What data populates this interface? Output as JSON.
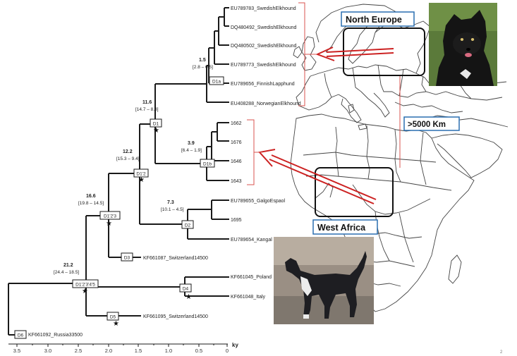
{
  "tree": {
    "axis_unit": "ky",
    "ticks": [
      "3.5",
      "3.0",
      "2.5",
      "2.0",
      "1.5",
      "1.0",
      "0.5",
      "0"
    ],
    "clades": [
      {
        "id": "D1a",
        "label": "D1a",
        "age": "1.5",
        "range": "[2.8 – 0.5]"
      },
      {
        "id": "D1",
        "label": "D1",
        "age": "11.6",
        "range": "[14.7 – 8.8]"
      },
      {
        "id": "D1b",
        "label": "D1b",
        "age": "3.9",
        "range": "[6.4 – 1.9]"
      },
      {
        "id": "D1_2",
        "label": "D1'2",
        "age": "12.2",
        "range": "[15.3 – 9.4]"
      },
      {
        "id": "D2",
        "label": "D2",
        "age": "7.3",
        "range": "[10.1 – 4.5]"
      },
      {
        "id": "D1_2_3",
        "label": "D1'2'3",
        "age": "16.6",
        "range": "[19.8 – 14.5]"
      },
      {
        "id": "D3",
        "label": "D3",
        "age": "",
        "range": ""
      },
      {
        "id": "D1_5",
        "label": "D1'2'3'4'5",
        "age": "21.2",
        "range": "[24.4 – 18.5]"
      },
      {
        "id": "D4",
        "label": "D4",
        "age": "",
        "range": ""
      },
      {
        "id": "D5",
        "label": "D5",
        "age": "",
        "range": ""
      },
      {
        "id": "D6",
        "label": "D6",
        "age": "",
        "range": ""
      }
    ],
    "leaves": [
      "EU789783_SwedishElkhound",
      "DQ480492_SwedishElkhound",
      "DQ480502_SwedishElkhound",
      "EU789773_SwedishElkhound",
      "EU789656_FinnishLapphund",
      "EU408288_NorwegianElkhound",
      "1662",
      "1676",
      "1646",
      "1643",
      "EU789655_GalgoEspaol",
      "1695",
      "EU789654_Kangal",
      "KF661087_Switzerland14500",
      "KF661045_Poland",
      "KF661048_Italy",
      "KF661095_Switzerland14500",
      "KF661092_Russia33500"
    ]
  },
  "map": {
    "north_label": "North Europe",
    "west_label": "West Africa",
    "distance_label": ">5000 Km"
  },
  "colors": {
    "arrow": "#cc2222",
    "bracket": "#d9534f",
    "tree_line": "#1a1a1a",
    "label_box_border": "#2a6fb0",
    "map_line": "#444444"
  },
  "footer": {
    "page_number": "2"
  }
}
